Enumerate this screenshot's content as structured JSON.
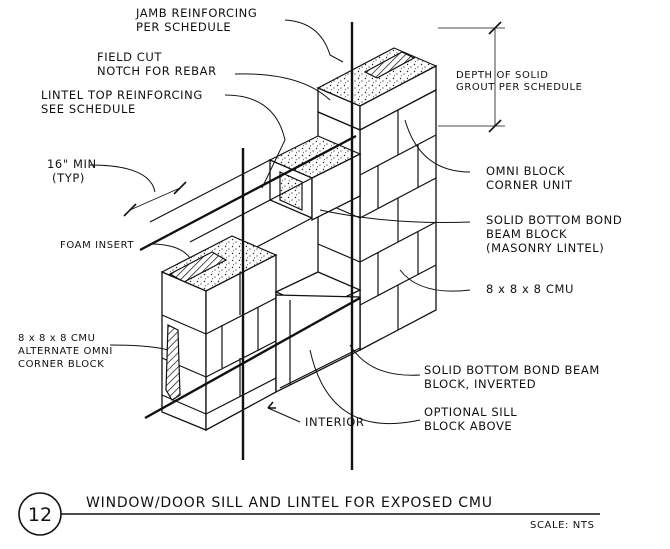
{
  "callouts": {
    "jamb_reinforcing": [
      "JAMB REINFORCING",
      "PER SCHEDULE"
    ],
    "field_cut": [
      "FIELD CUT",
      "NOTCH FOR REBAR"
    ],
    "lintel_top": [
      "LINTEL TOP REINFORCING",
      "SEE SCHEDULE"
    ],
    "min_16": [
      "16\" MIN",
      "(TYP)"
    ],
    "foam_insert": [
      "FOAM INSERT"
    ],
    "alt_omni": [
      "8 x 8 x 8 CMU",
      "ALTERNATE OMNI",
      "CORNER BLOCK"
    ],
    "depth_grout": [
      "DEPTH OF SOLID",
      "GROUT PER SCHEDULE"
    ],
    "omni_corner": [
      "OMNI BLOCK",
      "CORNER UNIT"
    ],
    "bond_beam": [
      "SOLID BOTTOM BOND",
      "BEAM BLOCK",
      "(MASONRY LINTEL)"
    ],
    "cmu_888": [
      "8 x 8 x 8 CMU"
    ],
    "bond_beam_inverted": [
      "SOLID BOTTOM BOND BEAM",
      "BLOCK, INVERTED"
    ],
    "optional_sill": [
      "OPTIONAL SILL",
      "BLOCK ABOVE"
    ],
    "interior": [
      "INTERIOR"
    ]
  },
  "title_block": {
    "detail_number": "12",
    "title": "WINDOW/DOOR SILL AND LINTEL FOR EXPOSED CMU",
    "scale": "SCALE: NTS"
  }
}
